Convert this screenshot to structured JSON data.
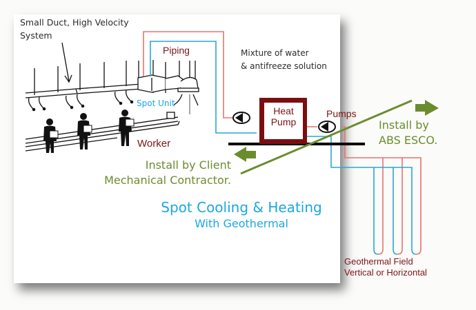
{
  "diagram": {
    "title": "Spot Cooling & Heating",
    "subtitle": "With Geothermal",
    "labels": {
      "duct_system_line1": "Small Duct, High Velocity",
      "duct_system_line2": "System",
      "piping": "Piping",
      "spot_unit": "Spot Unit",
      "worker": "Worker",
      "mixture_line1": "Mixture of water",
      "mixture_line2": "& antifreeze solution",
      "heat_pump_line1": "Heat",
      "heat_pump_line2": "Pump",
      "pumps": "Pumps",
      "install_esco_line1": "Install by",
      "install_esco_line2": "ABS ESCO.",
      "install_client_line1": "Install by Client",
      "install_client_line2": "Mechanical Contractor.",
      "geo_field_line1": "Geothermal Field",
      "geo_field_line2": "Vertical or Horizontal"
    },
    "icons": [
      "pump-icon",
      "heat-pump-box",
      "arrow-right-icon",
      "arrow-left-icon",
      "worker-figure",
      "duct-system",
      "geothermal-loop"
    ],
    "colors": {
      "supply_pipe": "#e8736e",
      "return_pipe": "#2aa6d6",
      "heat_pump": "#7b0e10",
      "green_divider": "#6b8c2e",
      "title_blue": "#1aa8e0",
      "label_maroon": "#7b1416"
    }
  }
}
